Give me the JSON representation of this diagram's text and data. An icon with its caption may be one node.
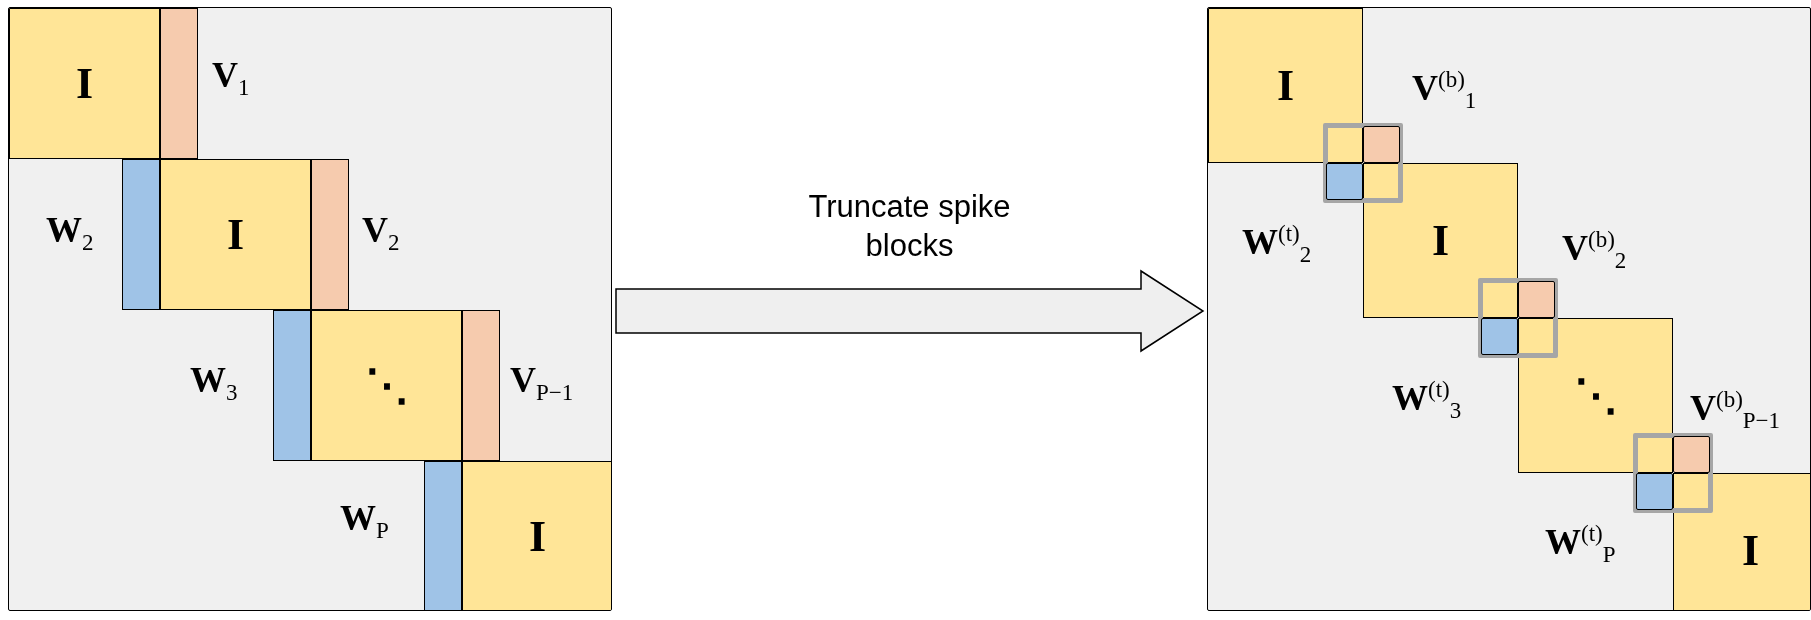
{
  "diagram": {
    "nodes": [
      {
        "text": [],
        "shape": "box"
      },
      {
        "text": [
          "I"
        ],
        "in": 0
      },
      {
        "text": [
          "I"
        ],
        "in": 0
      },
      {
        "text": [
          "⋱"
        ],
        "in": 0
      },
      {
        "text": [
          "I"
        ],
        "in": 0
      },
      {
        "text": [],
        "shape": "box"
      },
      {
        "text": [
          "I"
        ],
        "in": 5
      },
      {
        "text": [
          "I"
        ],
        "in": 5
      },
      {
        "text": [
          "⋱"
        ],
        "in": 5
      },
      {
        "text": [
          "I"
        ],
        "in": 5
      },
      {
        "text": [],
        "shape": "bar",
        "in": 0
      },
      {
        "text": [],
        "shape": "bar",
        "in": 0
      },
      {
        "text": [],
        "shape": "bar",
        "in": 0
      },
      {
        "text": [],
        "shape": "bar",
        "in": 0
      },
      {
        "text": [],
        "shape": "bar",
        "in": 0
      },
      {
        "text": [],
        "shape": "bar",
        "in": 0
      },
      {
        "text": [],
        "shape": "box",
        "in": 5
      },
      {
        "text": [],
        "shape": "box",
        "in": 5
      },
      {
        "text": [],
        "shape": "box",
        "in": 5
      },
      {
        "text": [],
        "shape": "box",
        "in": 16
      },
      {
        "text": [],
        "shape": "box",
        "in": 16
      },
      {
        "text": [],
        "shape": "box",
        "in": 17
      },
      {
        "text": [],
        "shape": "box",
        "in": 17
      },
      {
        "text": [],
        "shape": "box",
        "in": 18
      },
      {
        "text": [],
        "shape": "box",
        "in": 18
      }
    ],
    "edges": [
      {
        "from": 0,
        "to": 5,
        "arrow": "to",
        "label": "Truncate spike blocks"
      }
    ],
    "labels": [
      "**V**$_{1}$",
      "**W**$_{2}$",
      "**V**$_{2}$",
      "**W**$_{3}$",
      "**V**$_{P−1}$",
      "**W**$_{P}$",
      "**V**$^{(b)}$$_{1}$",
      "**W**$^{(t)}$$_{2}$",
      "**V**$^{(b)}$$_{2}$",
      "**W**$^{(t)}$$_{3}$",
      "**V**$^{(b)}$$_{P−1}$",
      "**W**$^{(t)}$$_{P}$"
    ]
  }
}
